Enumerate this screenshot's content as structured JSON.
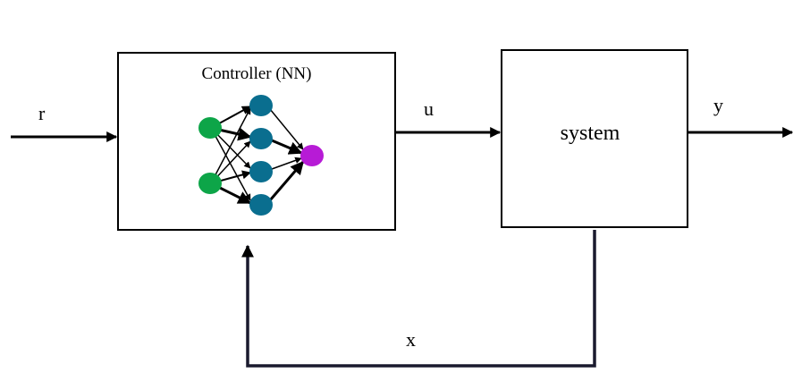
{
  "diagram": {
    "controller": {
      "title": "Controller (NN)"
    },
    "system": {
      "label": "system"
    },
    "signals": {
      "reference": "r",
      "control": "u",
      "output": "y",
      "state": "x"
    }
  },
  "colors": {
    "input_node": "#0da548",
    "hidden_node": "#0a6e8f",
    "output_node": "#b71bd6",
    "line": "#000000",
    "feedback_line": "#1a1a2e"
  }
}
